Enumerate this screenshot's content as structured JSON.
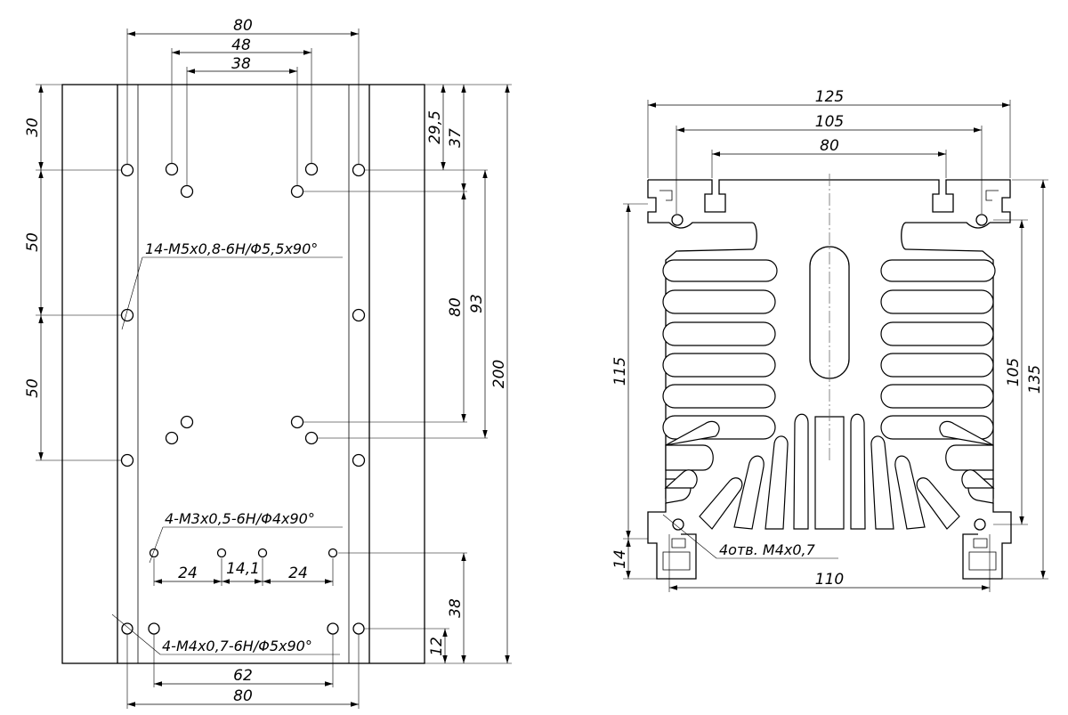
{
  "plan_view": {
    "dims": {
      "top_80": "80",
      "top_48": "48",
      "top_38": "38",
      "left_30": "30",
      "left_50a": "50",
      "left_50b": "50",
      "right_29_5": "29,5",
      "right_37": "37",
      "right_80": "80",
      "right_93": "93",
      "right_200": "200",
      "right_38": "38",
      "right_12": "12",
      "row_24a": "24",
      "row_14_1": "14,1",
      "row_24b": "24",
      "bottom_62": "62",
      "bottom_80": "80"
    },
    "notes": {
      "m5": "14-M5x0,8-6H/Φ5,5x90°",
      "m3": "4-M3x0,5-6H/Φ4x90°",
      "m4": "4-M4x0,7-6H/Φ5x90°"
    }
  },
  "section_view": {
    "dims": {
      "top_125": "125",
      "top_105": "105",
      "top_80": "80",
      "left_115": "115",
      "left_14": "14",
      "right_105": "105",
      "right_135": "135",
      "bottom_110": "110"
    },
    "notes": {
      "holes": "4отв. М4x0,7"
    }
  }
}
